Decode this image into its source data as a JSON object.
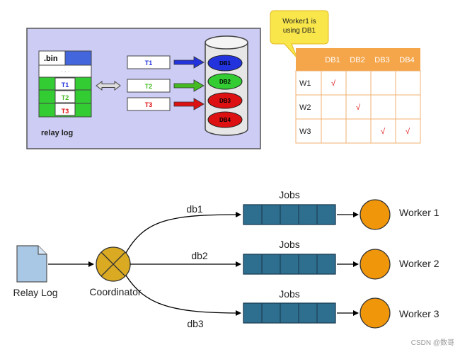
{
  "relay_panel": {
    "bin_label": ".bin",
    "dots": "· · ·",
    "rows": [
      "T1",
      "T2",
      "T3"
    ],
    "caption": "relay log",
    "transactions": [
      "T1",
      "T2",
      "T3"
    ],
    "databases": [
      "DB1",
      "DB2",
      "DB3",
      "DB4"
    ],
    "colors": {
      "panel": "#ccccf4",
      "blue": "#2233dd",
      "green": "#44bb22",
      "red": "#dd1111"
    }
  },
  "worker_table": {
    "callout": {
      "line1": "Worker1 is",
      "line2": "using DB1"
    },
    "headers": [
      "DB1",
      "DB2",
      "DB3",
      "DB4"
    ],
    "rows": [
      {
        "worker": "W1",
        "cells": [
          "√",
          "",
          "",
          ""
        ]
      },
      {
        "worker": "W2",
        "cells": [
          "",
          "√",
          "",
          ""
        ]
      },
      {
        "worker": "W3",
        "cells": [
          "",
          "",
          "√",
          "√"
        ]
      }
    ],
    "colors": {
      "header": "#f5a54a",
      "border": "#f0b070",
      "check": "#dd1111"
    }
  },
  "coordinator_diagram": {
    "relay_log_label": "Relay Log",
    "coordinator_label": "Coordinator",
    "edges": [
      "db1",
      "db2",
      "db3"
    ],
    "queue_label": "Jobs",
    "workers": [
      "Worker 1",
      "Worker 2",
      "Worker 3"
    ],
    "colors": {
      "queue": "#2e6e8e",
      "worker": "#f0960a",
      "coordinator": "#d9aa22",
      "file": "#a8c8e6"
    }
  },
  "watermark": "CSDN @数哥"
}
